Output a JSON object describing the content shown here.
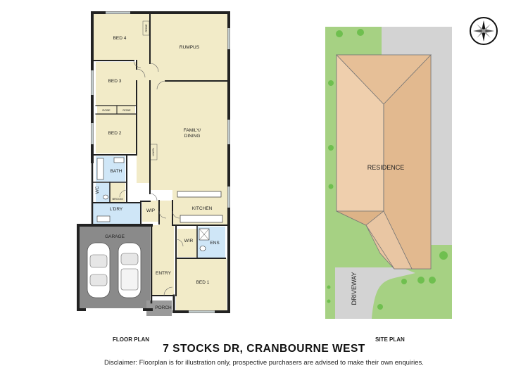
{
  "floor_plan": {
    "caption": "FLOOR PLAN",
    "rooms": {
      "bed4": "BED 4",
      "rumpus": "RUMPUS",
      "bed3": "BED 3",
      "bed2": "BED 2",
      "family": [
        "FAMILY/",
        "DINING"
      ],
      "bath": "BATH",
      "wc": "WC",
      "ldry": "L'DRY",
      "wip": "WIP",
      "kitchen": "KITCHEN",
      "garage": "GARAGE",
      "wir": "WIR",
      "ens": "ENS",
      "entry": "ENTRY",
      "porch": "PORCH",
      "bed1": "BED 1",
      "robe": "ROBE",
      "linen": "LINEN",
      "broom": "BROOM"
    }
  },
  "site_plan": {
    "caption": "SITE PLAN",
    "residence": "RESIDENCE",
    "driveway": "DRIVEWAY"
  },
  "compass_icon": "compass-icon",
  "address": "7 STOCKS DR, CRANBOURNE WEST",
  "disclaimer": "Disclaimer: Floorplan is for illustration only, prospective purchasers are advised to make their own enquiries.",
  "colors": {
    "room_fill": "#f2ebc8",
    "wet_area_fill": "#cfe6f7",
    "garage_fill": "#8a8a8a",
    "porch_fill": "#9a9a9a",
    "wall": "#222222",
    "roof": "#e8c4a0",
    "lawn": "#a6d183",
    "driveway": "#d3d3d3"
  }
}
